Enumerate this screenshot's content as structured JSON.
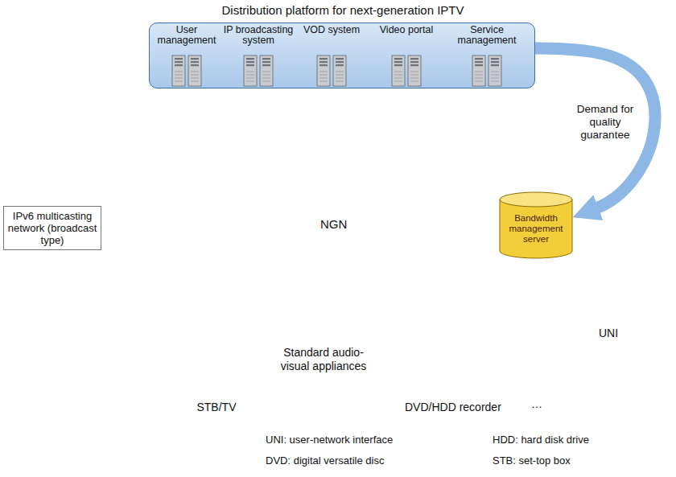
{
  "diagram": {
    "nodes": [
      {
        "text": [
          "Distribution platform for next-generation IPTV"
        ]
      },
      {
        "text": [
          "User management"
        ],
        "in": 0
      },
      {
        "text": [
          "IP broadcasting system"
        ],
        "in": 0
      },
      {
        "text": [
          "VOD system"
        ],
        "in": 0
      },
      {
        "text": [
          "Video portal"
        ],
        "in": 0
      },
      {
        "text": [
          "Service management"
        ],
        "in": 0
      },
      {
        "text": [
          "NGN"
        ]
      },
      {
        "text": [
          "IPv6 multicasting network (broadcast type)"
        ]
      },
      {
        "text": [
          "Bandwidth management server"
        ],
        "in": 6
      }
    ],
    "edges": [
      {
        "from": 0,
        "to": 8,
        "arrow": "to",
        "label": "Demand for quality guarantee"
      }
    ],
    "labels": [
      "UNI",
      "Standard audio-visual appliances",
      "STB/TV",
      "DVD/HDD recorder",
      "…",
      "UNI: user-network interface",
      "HDD: hard disk drive",
      "DVD: digital versatile disc",
      "STB: set-top box"
    ]
  }
}
